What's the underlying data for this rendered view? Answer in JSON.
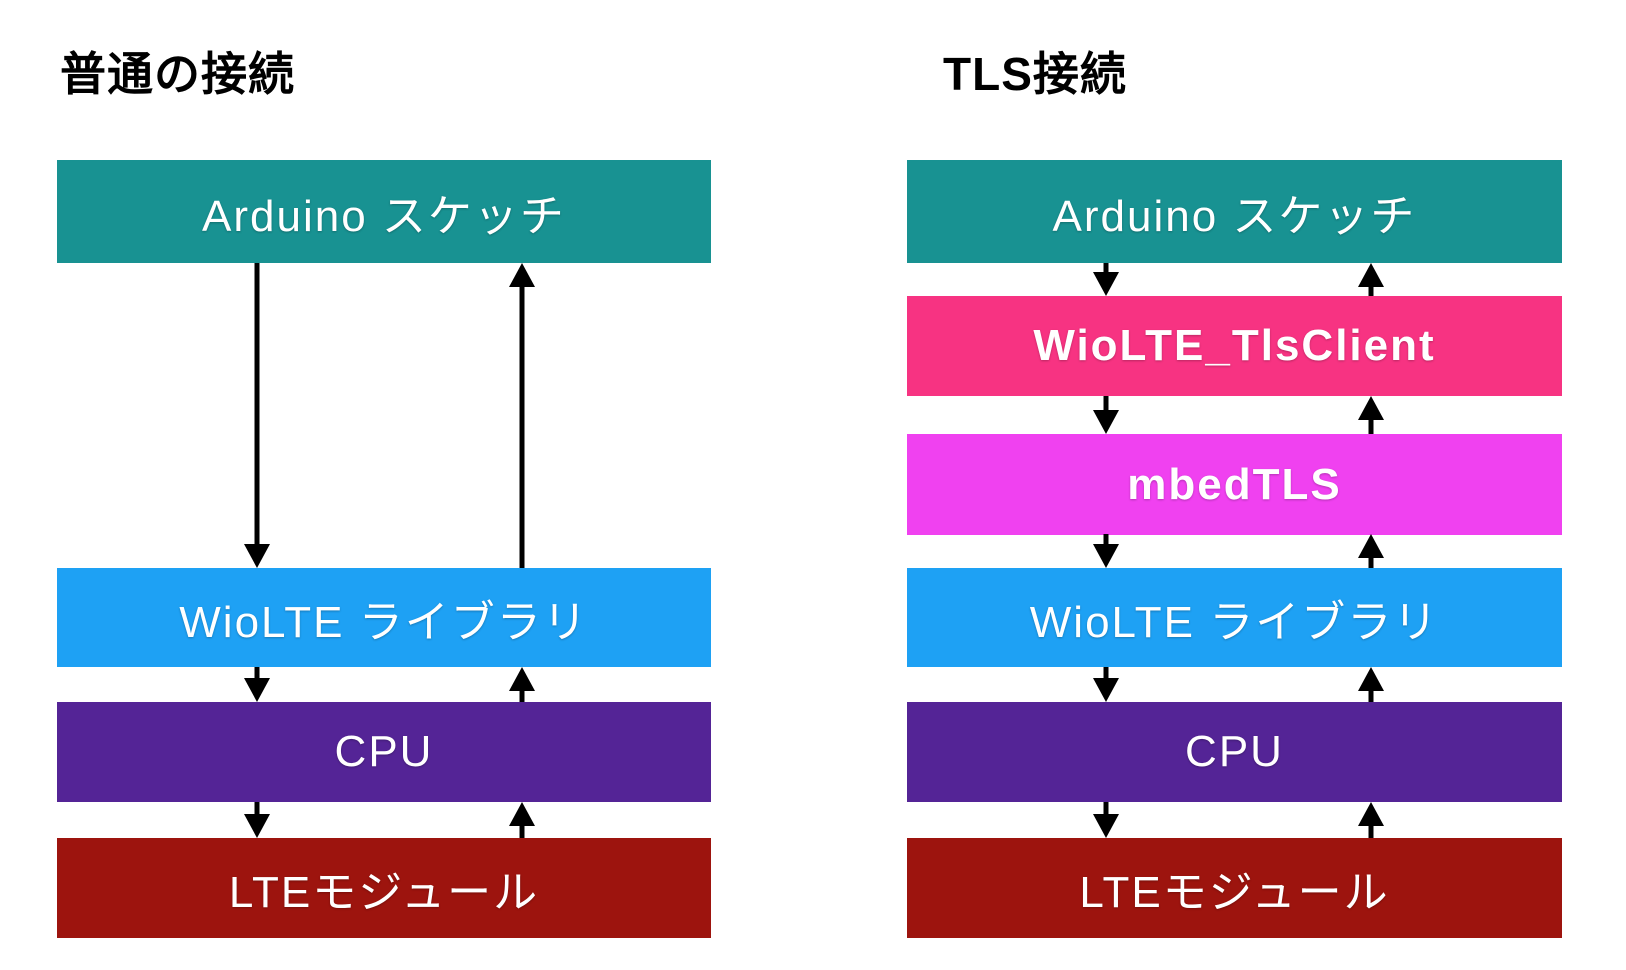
{
  "colors": {
    "background": "#ffffff",
    "teal": "#189292",
    "pink": "#f73382",
    "magenta": "#f041f0",
    "blue": "#1ea1f4",
    "purple": "#542496",
    "dark_red": "#9d140e",
    "arrow": "#000000",
    "title_text": "#000000",
    "box_label_text": "#ffffff"
  },
  "left_diagram": {
    "title": "普通の接続",
    "boxes": [
      {
        "label": "Arduino スケッチ"
      },
      {
        "label": "WioLTE ライブラリ"
      },
      {
        "label": "CPU"
      },
      {
        "label": "LTEモジュール"
      }
    ]
  },
  "right_diagram": {
    "title": "TLS接続",
    "boxes": [
      {
        "label": "Arduino スケッチ"
      },
      {
        "label": "WioLTE_TlsClient"
      },
      {
        "label": "mbedTLS"
      },
      {
        "label": "WioLTE ライブラリ"
      },
      {
        "label": "CPU"
      },
      {
        "label": "LTEモジュール"
      }
    ]
  }
}
